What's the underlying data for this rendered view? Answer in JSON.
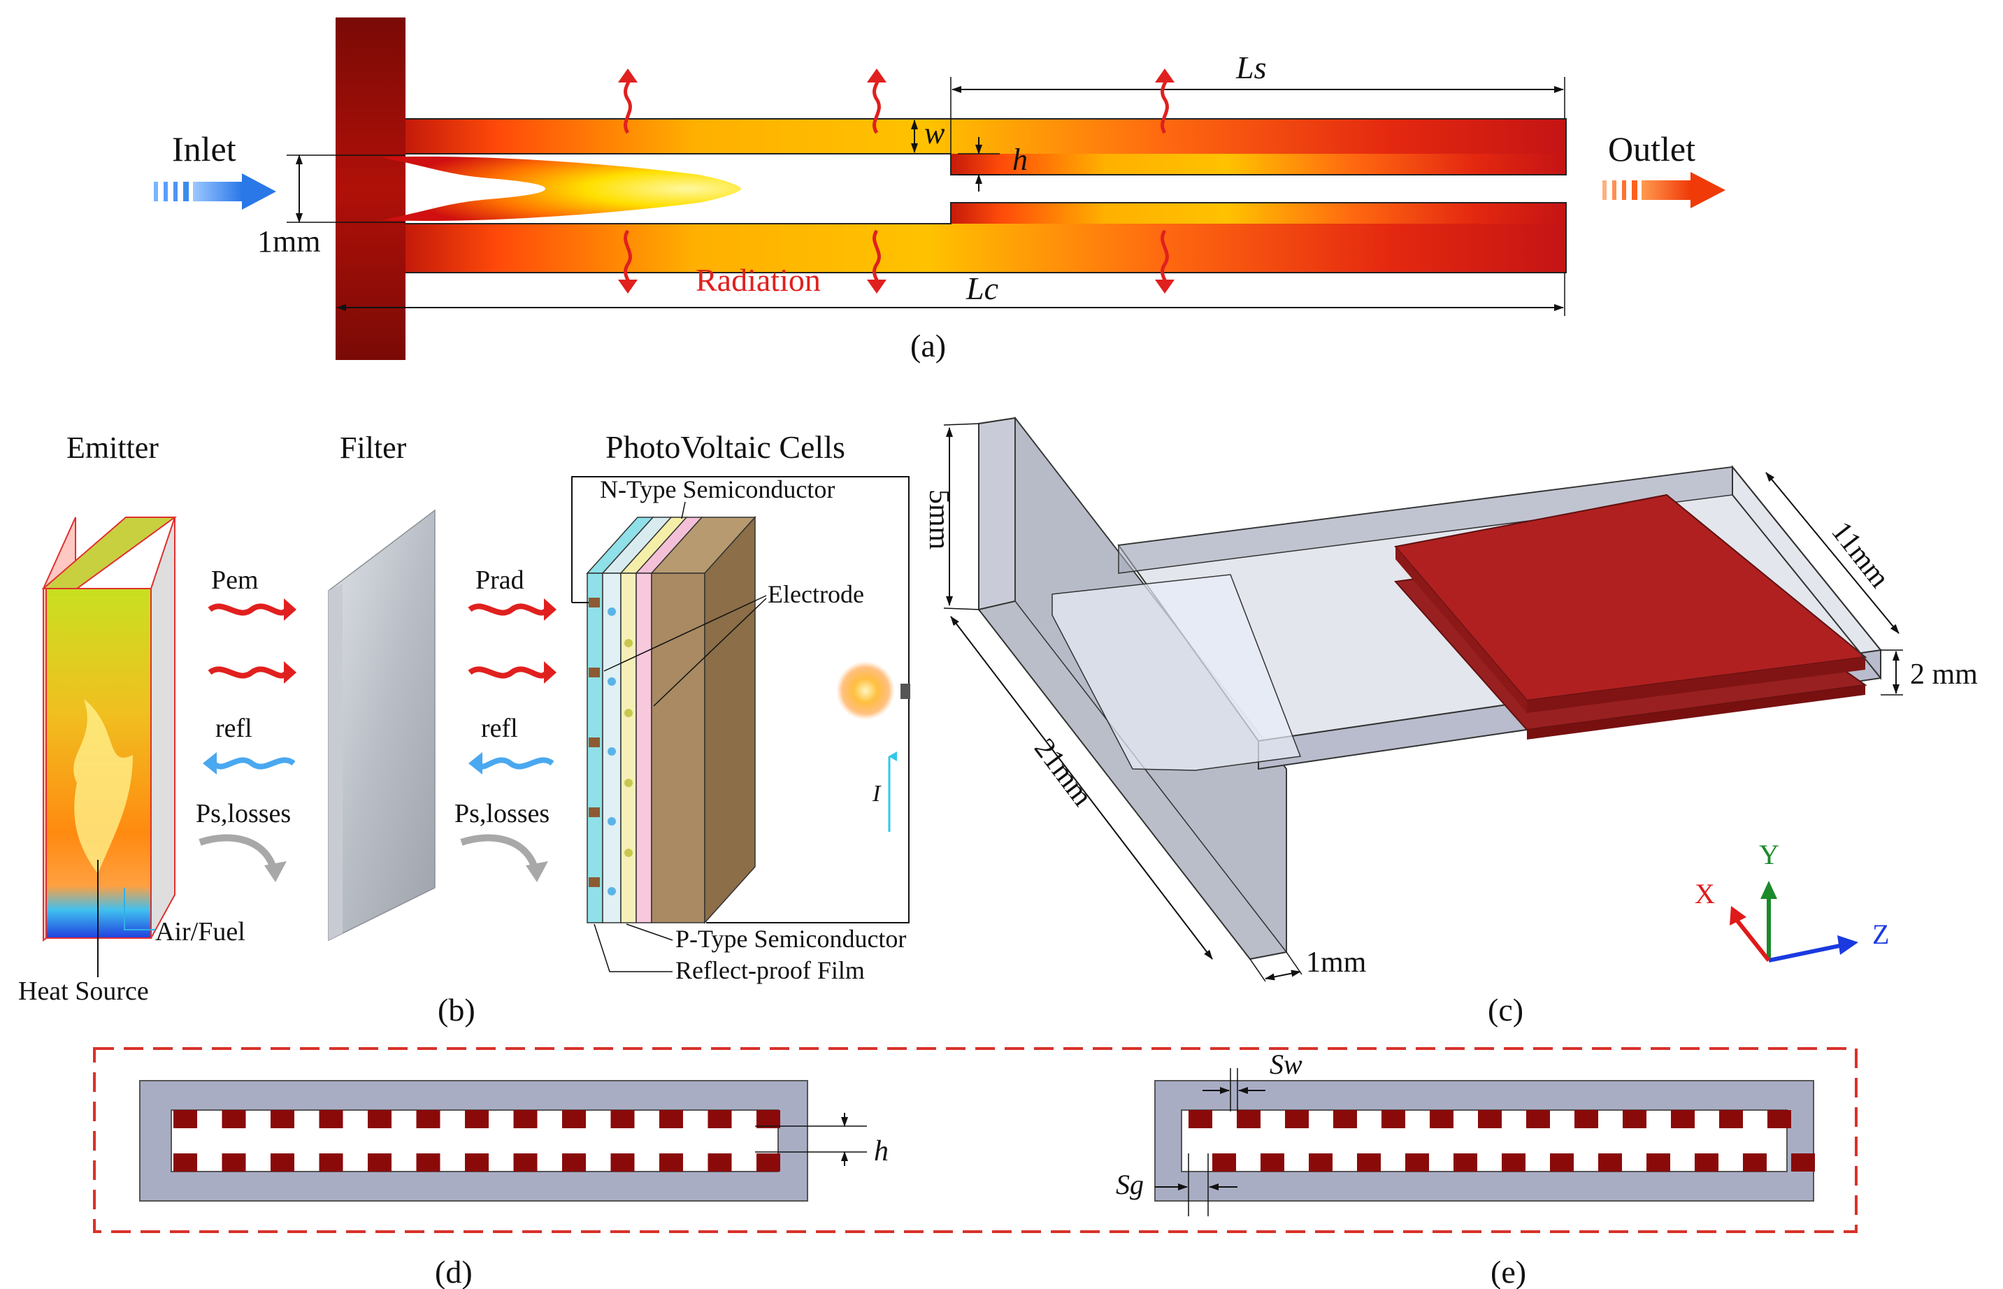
{
  "panel_a": {
    "inlet": "Inlet",
    "outlet": "Outlet",
    "label_w": "w",
    "label_h": "h",
    "label_ls": "Ls",
    "label_lc": "Lc",
    "label_1mm": "1mm",
    "radiation": "Radiation",
    "caption": "(a)"
  },
  "panel_b": {
    "emitter": "Emitter",
    "filter": "Filter",
    "pv_cells": "PhotoVoltaic Cells",
    "n_type": "N-Type Semiconductor",
    "electrode": "Electrode",
    "pem": "Pem",
    "prad": "Prad",
    "refl_1": "refl",
    "refl_2": "refl",
    "ps_losses_1": "Ps,losses",
    "ps_losses_2": "Ps,losses",
    "air_fuel": "Air/Fuel",
    "heat_source": "Heat Source",
    "current": "I",
    "p_type": "P-Type Semiconductor",
    "reflect_proof": "Reflect-proof Film",
    "caption": "(b)"
  },
  "panel_c": {
    "dim_5mm": "5mm",
    "dim_11mm": "11mm",
    "dim_2mm": "2 mm",
    "dim_21mm": "21mm",
    "dim_1mm": "1mm",
    "axis_x": "X",
    "axis_y": "Y",
    "axis_z": "Z",
    "caption": "(c)"
  },
  "panel_d": {
    "label_h": "h",
    "caption": "(d)"
  },
  "panel_e": {
    "label_sw": "Sw",
    "label_sg": "Sg",
    "caption": "(e)"
  },
  "colors": {
    "flame_hot": "#ffe600",
    "flame_mid": "#ffa000",
    "wall_dark": "#a00000",
    "radiation_red": "#e0201e",
    "inlet_blue": "#3b8cf0",
    "outlet_orange": "#f05010",
    "plate_red": "#b02020",
    "frame_grey": "#a9adc4",
    "rib_maroon": "#8a0a0a",
    "dash_red": "#d8322a"
  }
}
